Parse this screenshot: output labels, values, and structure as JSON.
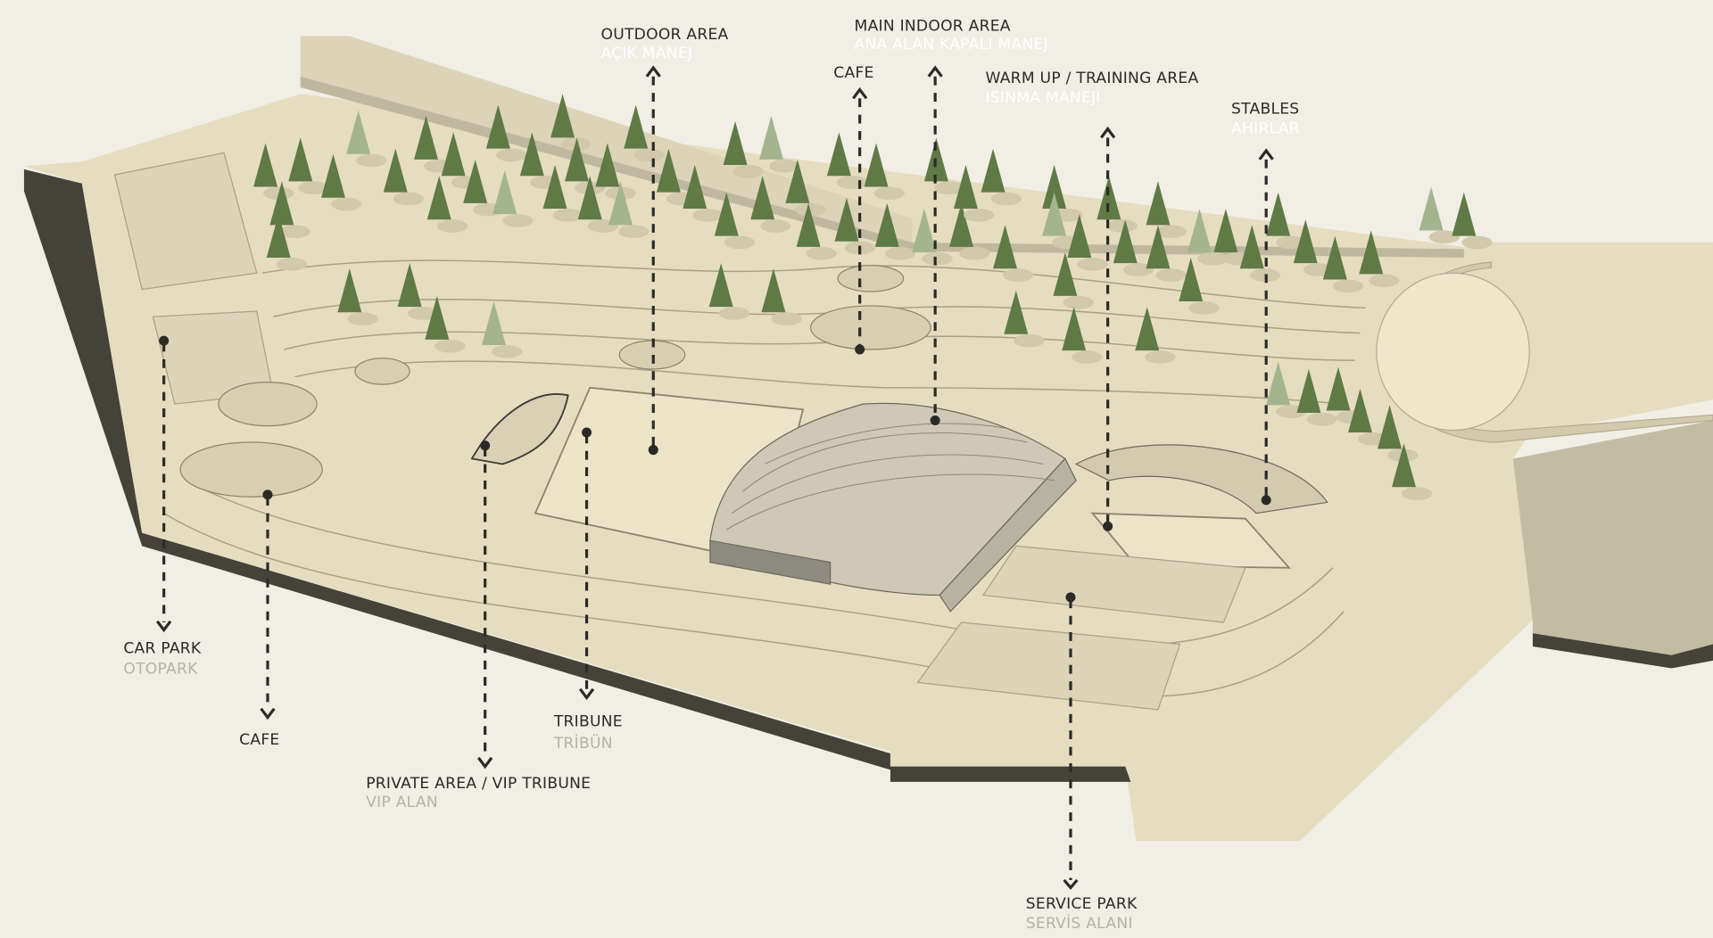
{
  "labels": {
    "outdoor_area": {
      "en": "OUTDOOR AREA",
      "tr": "AÇIK MANEJ"
    },
    "main_indoor_area": {
      "en": "MAIN INDOOR AREA",
      "tr": "ANA ALAN KAPALI MANEJ"
    },
    "cafe_top": {
      "en": "CAFE"
    },
    "warm_up": {
      "en": "WARM UP / TRAINING AREA",
      "tr": "ISINMA MANEJI"
    },
    "stables": {
      "en": "STABLES",
      "tr": "AHIRLAR"
    },
    "car_park": {
      "en": "CAR PARK",
      "tr": "OTOPARK"
    },
    "cafe_bottom": {
      "en": "CAFE"
    },
    "private_area": {
      "en": "PRIVATE AREA / VIP TRIBUNE",
      "tr": "VIP ALAN"
    },
    "tribune": {
      "en": "TRIBUNE",
      "tr": "TRİBÜN"
    },
    "service_park": {
      "en": "SERVICE PARK",
      "tr": "SERVİS ALANI"
    }
  },
  "colors": {
    "background": "#f1eee6",
    "ground": "#e6dcc0",
    "side_dark": "#45423a",
    "stone_face": "#cbc5ad",
    "tree": "#5f7a45",
    "tree_light": "#a3b48e",
    "label": "#2b2a26"
  }
}
